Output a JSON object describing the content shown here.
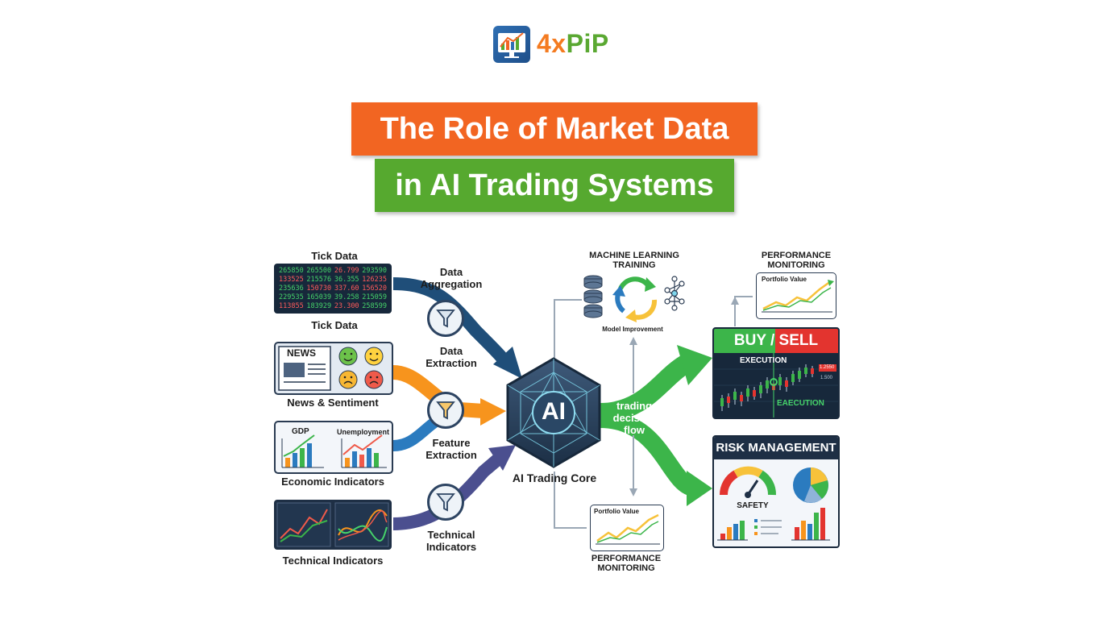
{
  "brand": {
    "logo_text_a": "4x",
    "logo_text_b": "PiP"
  },
  "title": {
    "line1": "The Role of Market Data",
    "line2": "in AI Trading Systems"
  },
  "inputs": {
    "tick_title": "Tick Data",
    "tick_rows": [
      [
        "265850",
        "265500",
        "26.799",
        "293590"
      ],
      [
        "133525",
        "215576",
        "36.355",
        "126235"
      ],
      [
        "235636",
        "150730",
        "337.60",
        "156520"
      ],
      [
        "229535",
        "165039",
        "39.258",
        "215059"
      ],
      [
        "113855",
        "183929",
        "23.300",
        "258599"
      ]
    ],
    "tick_label": "Tick Data",
    "news_badge": "NEWS",
    "news_label": "News & Sentiment",
    "econ_gdp": "GDP",
    "econ_unemp": "Unemployment",
    "econ_label": "Economic Indicators",
    "tech_label": "Technical Indicators"
  },
  "steps": {
    "aggregation": "Data\nAggregation",
    "extraction": "Data\nExtraction",
    "feature": "Feature\nExtraction",
    "technical": "Technical\nIndicators"
  },
  "core": {
    "badge": "AI",
    "label": "AI Trading Core"
  },
  "flow_label": "trading\ndecision\nflow",
  "ml": {
    "title": "MACHINE LEARNING\nTRAINING",
    "caption": "Model Improvement"
  },
  "perf_bottom": {
    "chart_title": "Portfolio Value",
    "label": "PERFORMANCE\nMONITORING"
  },
  "perf_top": {
    "label": "PERFORMANCE\nMONITORING",
    "chart_title": "Portfolio Value"
  },
  "buy_sell": {
    "header": "BUY / SELL",
    "exec_top": "EXECUTION",
    "exec_bottom": "EAECUTION",
    "price_1": "1.2550",
    "price_2": "1.500"
  },
  "risk": {
    "header": "RISK MANAGEMENT",
    "safety": "SAFETY"
  },
  "colors": {
    "orange": "#f26522",
    "green": "#56a92f",
    "navy": "#2a3b52",
    "arrow_green": "#3cb54a",
    "arrow_orange": "#f7941d",
    "arrow_blue": "#2b7bbf",
    "arrow_purple": "#4b4f8f"
  }
}
